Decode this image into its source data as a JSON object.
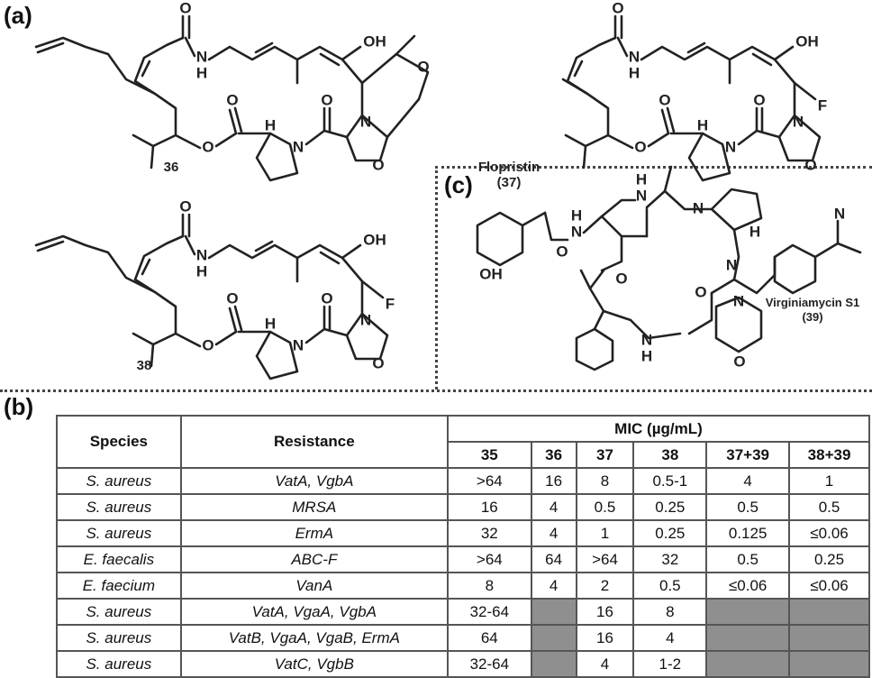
{
  "panels": {
    "a": "(a)",
    "b": "(b)",
    "c": "(c)"
  },
  "atoms": {
    "O": "O",
    "N": "N",
    "H": "H",
    "OH": "OH",
    "F": "F"
  },
  "compounds": {
    "c36": "36",
    "c37_name": "Flopristin",
    "c37_num": "(37)",
    "c38": "38",
    "c39_name": "Virginiamycin S1",
    "c39_num": "(39)"
  },
  "table": {
    "headers": {
      "species": "Species",
      "resistance": "Resistance",
      "mic": "MIC (µg/mL)",
      "cols": [
        "35",
        "36",
        "37",
        "38",
        "37+39",
        "38+39"
      ]
    },
    "rows": [
      {
        "species": "S. aureus",
        "resistance": "VatA, VgbA",
        "values": [
          ">64",
          "16",
          "8",
          "0.5-1",
          "4",
          "1"
        ]
      },
      {
        "species": "S. aureus",
        "resistance": "MRSA",
        "values": [
          "16",
          "4",
          "0.5",
          "0.25",
          "0.5",
          "0.5"
        ]
      },
      {
        "species": "S. aureus",
        "resistance": "ErmA",
        "values": [
          "32",
          "4",
          "1",
          "0.25",
          "0.125",
          "≤0.06"
        ]
      },
      {
        "species": "E. faecalis",
        "resistance": "ABC-F",
        "values": [
          ">64",
          "64",
          ">64",
          "32",
          "0.5",
          "0.25"
        ]
      },
      {
        "species": "E. faecium",
        "resistance": "VanA",
        "values": [
          "8",
          "4",
          "2",
          "0.5",
          "≤0.06",
          "≤0.06"
        ]
      },
      {
        "species": "S. aureus",
        "resistance": "VatA, VgaA, VgbA",
        "values": [
          "32-64",
          "",
          "16",
          "8",
          "",
          ""
        ]
      },
      {
        "species": "S. aureus",
        "resistance": "VatB, VgaA, VgaB, ErmA",
        "values": [
          "64",
          "",
          "16",
          "4",
          "",
          ""
        ]
      },
      {
        "species": "S. aureus",
        "resistance": "VatC, VgbB",
        "values": [
          "32-64",
          "",
          "4",
          "1-2",
          "",
          ""
        ]
      }
    ]
  }
}
